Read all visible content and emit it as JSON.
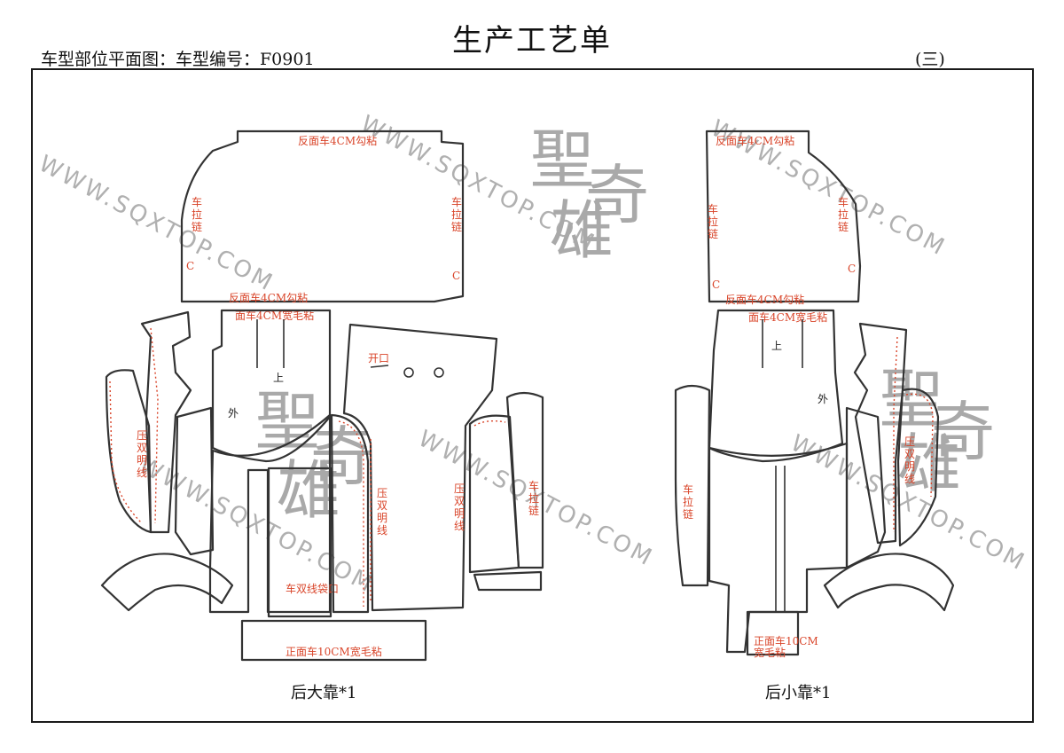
{
  "header": {
    "title": "生产工艺单",
    "subtitle": "车型部位平面图：车型编号：F0901",
    "page_no": "(三)"
  },
  "watermark": {
    "url": "WWW.SQXTOP.COM",
    "brand_1": "聖",
    "brand_2": "奇",
    "brand_3": "雄"
  },
  "left_set": {
    "caption": "后大靠*1",
    "top_label": "反面车4CM勾粘",
    "side_zip": "车拉链",
    "c_mark": "C",
    "mid_label": "反面车4CM勾粘",
    "velcro_label": "面车4CM宽毛粘",
    "up": "上",
    "out": "外",
    "opening": "开口",
    "double_stitch": "压双明线",
    "pocket": "车双线袋口",
    "bottom_label": "正面车10CM宽毛粘"
  },
  "right_set": {
    "caption": "后小靠*1",
    "top_label": "反面车4CM勾粘",
    "side_zip": "车拉链",
    "c_mark": "C",
    "mid_label": "反面车4CM勾粘",
    "velcro_label": "面车4CM宽毛粘",
    "up": "上",
    "out": "外",
    "double_stitch": "压双明线",
    "bottom_label": "正面车10CM宽毛粘"
  }
}
